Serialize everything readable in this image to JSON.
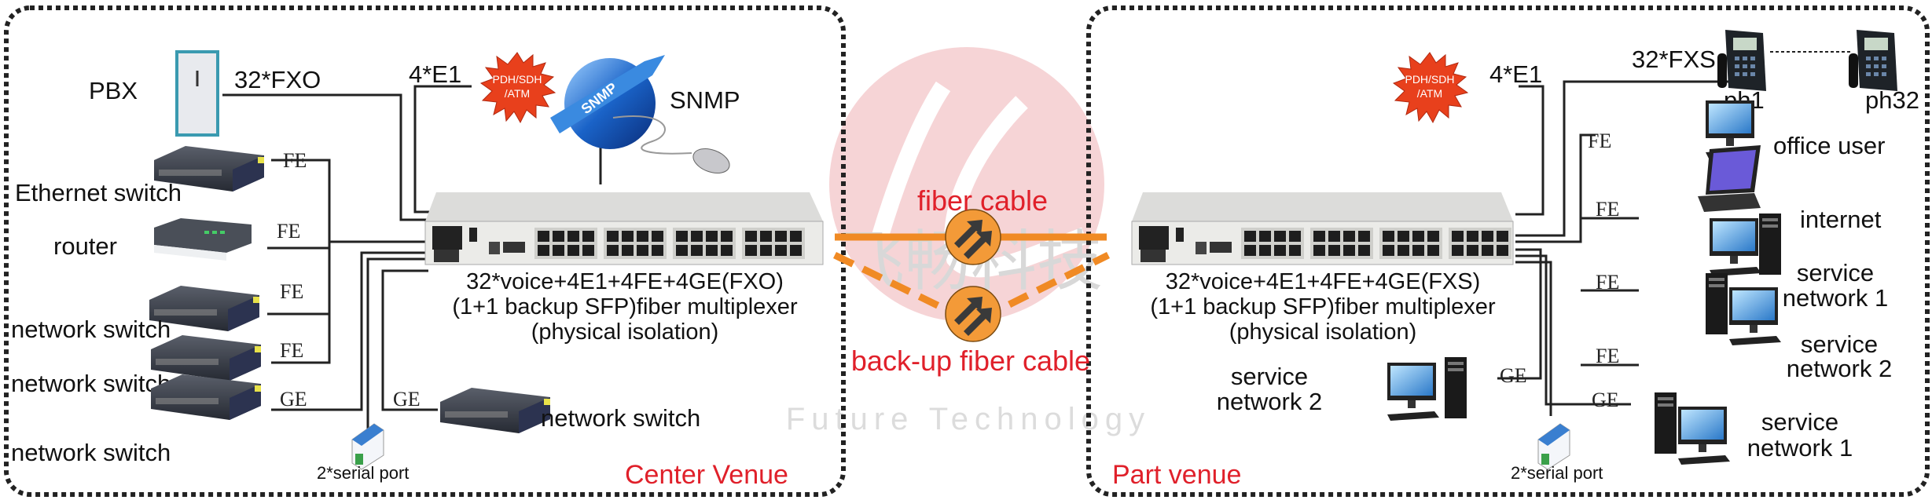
{
  "colors": {
    "venue_label": "#e0202a",
    "fiber": "#f08a24",
    "badge": "#f39a38",
    "border": "#222222",
    "watermark_logo": "#f6d4d6",
    "watermark_text": "#d8d8d8"
  },
  "center": {
    "venue": "Center Venue",
    "pbx": "PBX",
    "fxo": "32*FXO",
    "e1": "4*E1",
    "pdh_line1": "PDH/SDH",
    "pdh_line2": "/ATM",
    "snmp_badge": "SNMP",
    "snmp": "SNMP",
    "devices": [
      {
        "label": "Ethernet switch",
        "link": "FE"
      },
      {
        "label": "router",
        "link": "FE"
      },
      {
        "label": "network switch",
        "link": "FE"
      },
      {
        "label": "network switch",
        "link": "FE"
      },
      {
        "label": "network switch",
        "link": "GE"
      }
    ],
    "ge_switch": {
      "label": "network switch",
      "link": "GE"
    },
    "serial": "2*serial port",
    "caption": [
      "32*voice+4E1+4FE+4GE(FXO)",
      "(1+1 backup SFP)fiber multiplexer",
      "(physical isolation)"
    ]
  },
  "middle": {
    "fiber": "fiber cable",
    "backup": "back-up fiber cable",
    "watermark_cn": "飞畅科技",
    "watermark_en": "Future Technology"
  },
  "part": {
    "venue": "Part venue",
    "e1": "4*E1",
    "pdh_line1": "PDH/SDH",
    "pdh_line2": "/ATM",
    "fxs": "32*FXS",
    "ph1": "ph1",
    "ph32": "ph32",
    "clients": [
      {
        "label": [
          "office user"
        ],
        "link": "FE"
      },
      {
        "label": [
          "internet"
        ],
        "link": "FE"
      },
      {
        "label": [
          "service",
          "network 1"
        ],
        "link": "FE"
      },
      {
        "label": [
          "service",
          "network 2"
        ],
        "link": "FE"
      },
      {
        "label": [
          "service",
          "network 1"
        ],
        "link": "GE"
      }
    ],
    "left_client": {
      "label": [
        "service",
        "network 2"
      ],
      "link": "GE"
    },
    "serial": "2*serial port",
    "caption": [
      "32*voice+4E1+4FE+4GE(FXS)",
      "(1+1 backup SFP)fiber multiplexer",
      "(physical isolation)"
    ]
  }
}
